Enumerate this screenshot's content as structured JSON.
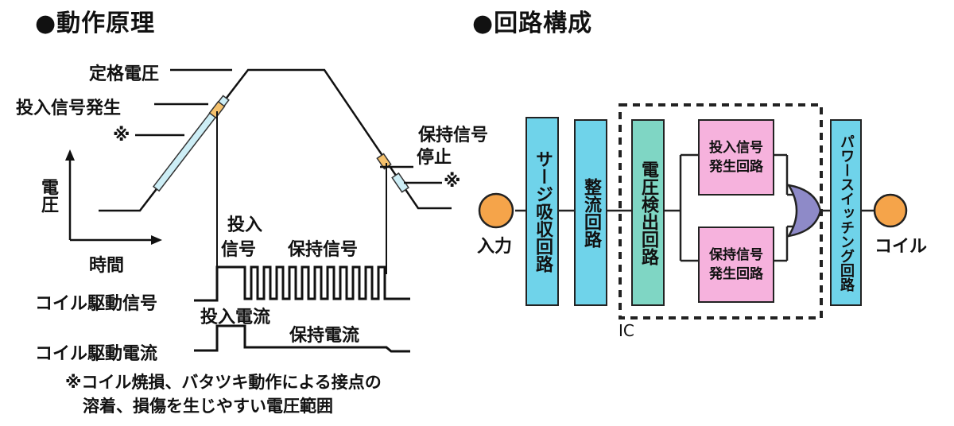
{
  "left": {
    "heading": "●動作原理",
    "rated_voltage": "定格電圧",
    "closing_signal_generation": "投入信号発生",
    "asterisk_mark_1": "※",
    "hold_signal_stop_1": "保持信号",
    "hold_signal_stop_2": "停止",
    "asterisk_mark_2": "※",
    "voltage_axis": "電圧",
    "time_axis": "時間",
    "closing_signal_1": "投入",
    "closing_signal_2": "信号",
    "hold_signal": "保持信号",
    "coil_drive_signal": "コイル駆動信号",
    "inrush_current": "投入電流",
    "hold_current": "保持電流",
    "coil_drive_current": "コイル駆動電流",
    "footnote_1": "※コイル焼損、バタツキ動作による接点の",
    "footnote_2": "溶着、損傷を生じやすい電圧範囲"
  },
  "right": {
    "heading": "●回路構成",
    "input": "入力",
    "surge_absorber": "サージ吸収回路",
    "rectifier": "整流回路",
    "voltage_detector": "電圧検出回路",
    "closing_gen_1": "投入信号",
    "closing_gen_2": "発生回路",
    "hold_gen_1": "保持信号",
    "hold_gen_2": "発生回路",
    "power_switching": "パワースイッチング回路",
    "coil": "コイル",
    "ic": "IC"
  },
  "colors": {
    "cyan_block": "#6fd3ea",
    "teal_block": "#7fd6c4",
    "pink_block": "#f6b2dd",
    "terminal_orange": "#f5a44a",
    "or_gate_purple": "#8e8ac8"
  }
}
